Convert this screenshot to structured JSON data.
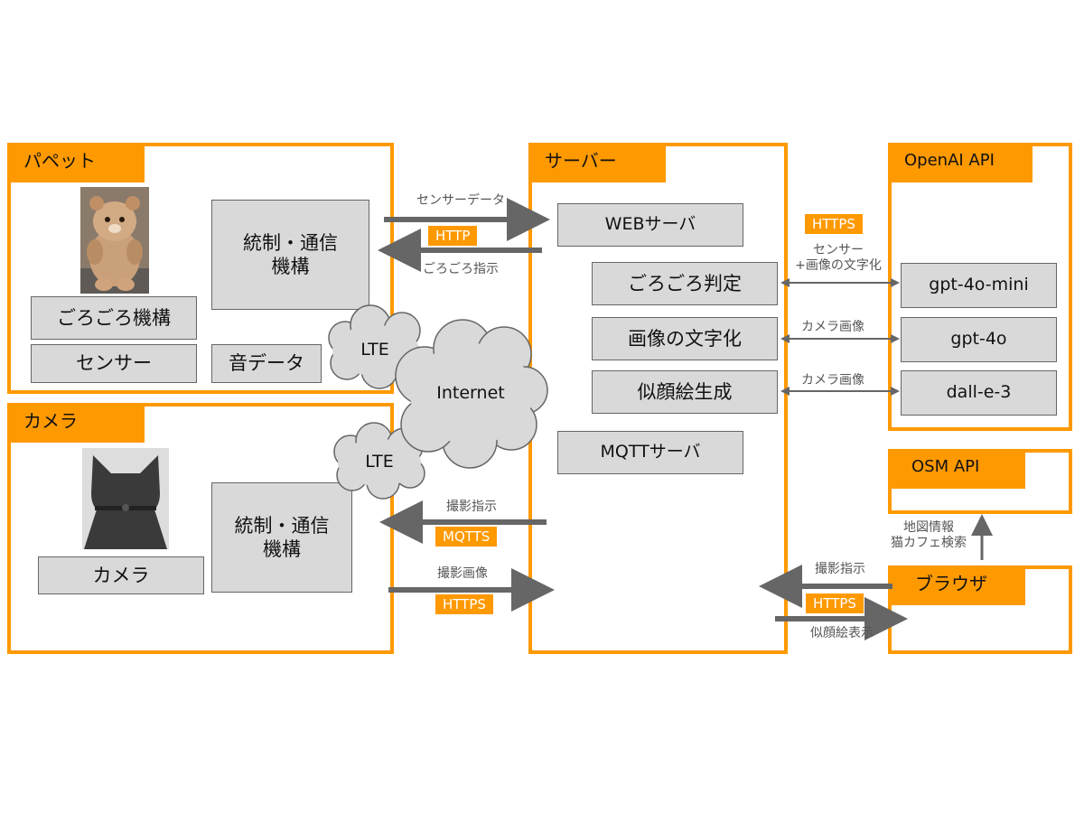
{
  "puppet": {
    "title": "パペット",
    "control": "統制・通信\n機構",
    "purr_mech": "ごろごろ機構",
    "sensor": "センサー",
    "sound": "音データ"
  },
  "camera": {
    "title": "カメラ",
    "control": "統制・通信\n機構",
    "camera_box": "カメラ"
  },
  "server": {
    "title": "サーバー",
    "web": "WEBサーバ",
    "purr_judge": "ごろごろ判定",
    "image_text": "画像の文字化",
    "portrait": "似顔絵生成",
    "mqtt": "MQTTサーバ"
  },
  "openai": {
    "title": "OpenAI API",
    "m1": "gpt-4o-mini",
    "m2": "gpt-4o",
    "m3": "dall-e-3"
  },
  "osm": {
    "title": "OSM API"
  },
  "browser": {
    "title": "ブラウザ"
  },
  "network": {
    "lte1": "LTE",
    "lte2": "LTE",
    "internet": "Internet"
  },
  "edges": {
    "sensor_data": "センサーデータ",
    "http": "HTTP",
    "purr_cmd": "ごろごろ指示",
    "shoot_cmd": "撮影指示",
    "mqtts": "MQTTS",
    "shoot_img": "撮影画像",
    "https_cam": "HTTPS",
    "https_openai": "HTTPS",
    "sensor_imgtext": "センサー\n+画像の文字化",
    "cam_img1": "カメラ画像",
    "cam_img2": "カメラ画像",
    "map_info": "地図情報\n猫カフェ検索",
    "browser_shoot": "撮影指示",
    "https_browser": "HTTPS",
    "portrait_show": "似顔絵表示"
  },
  "colors": {
    "accent": "#ff9900",
    "box": "#d9d9d9",
    "arrow": "#666666"
  }
}
